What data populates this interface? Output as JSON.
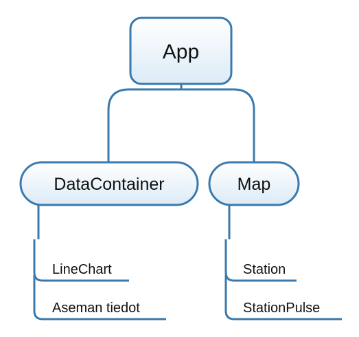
{
  "tree": {
    "root": {
      "label": "App"
    },
    "children": [
      {
        "label": "DataContainer",
        "items": [
          "LineChart",
          "Aseman tiedot"
        ]
      },
      {
        "label": "Map",
        "items": [
          "Station",
          "StationPulse"
        ]
      }
    ]
  },
  "colors": {
    "stroke": "#3a79ad",
    "fill_top": "#ffffff",
    "fill_bottom": "#dcebf7",
    "text": "#111111"
  }
}
